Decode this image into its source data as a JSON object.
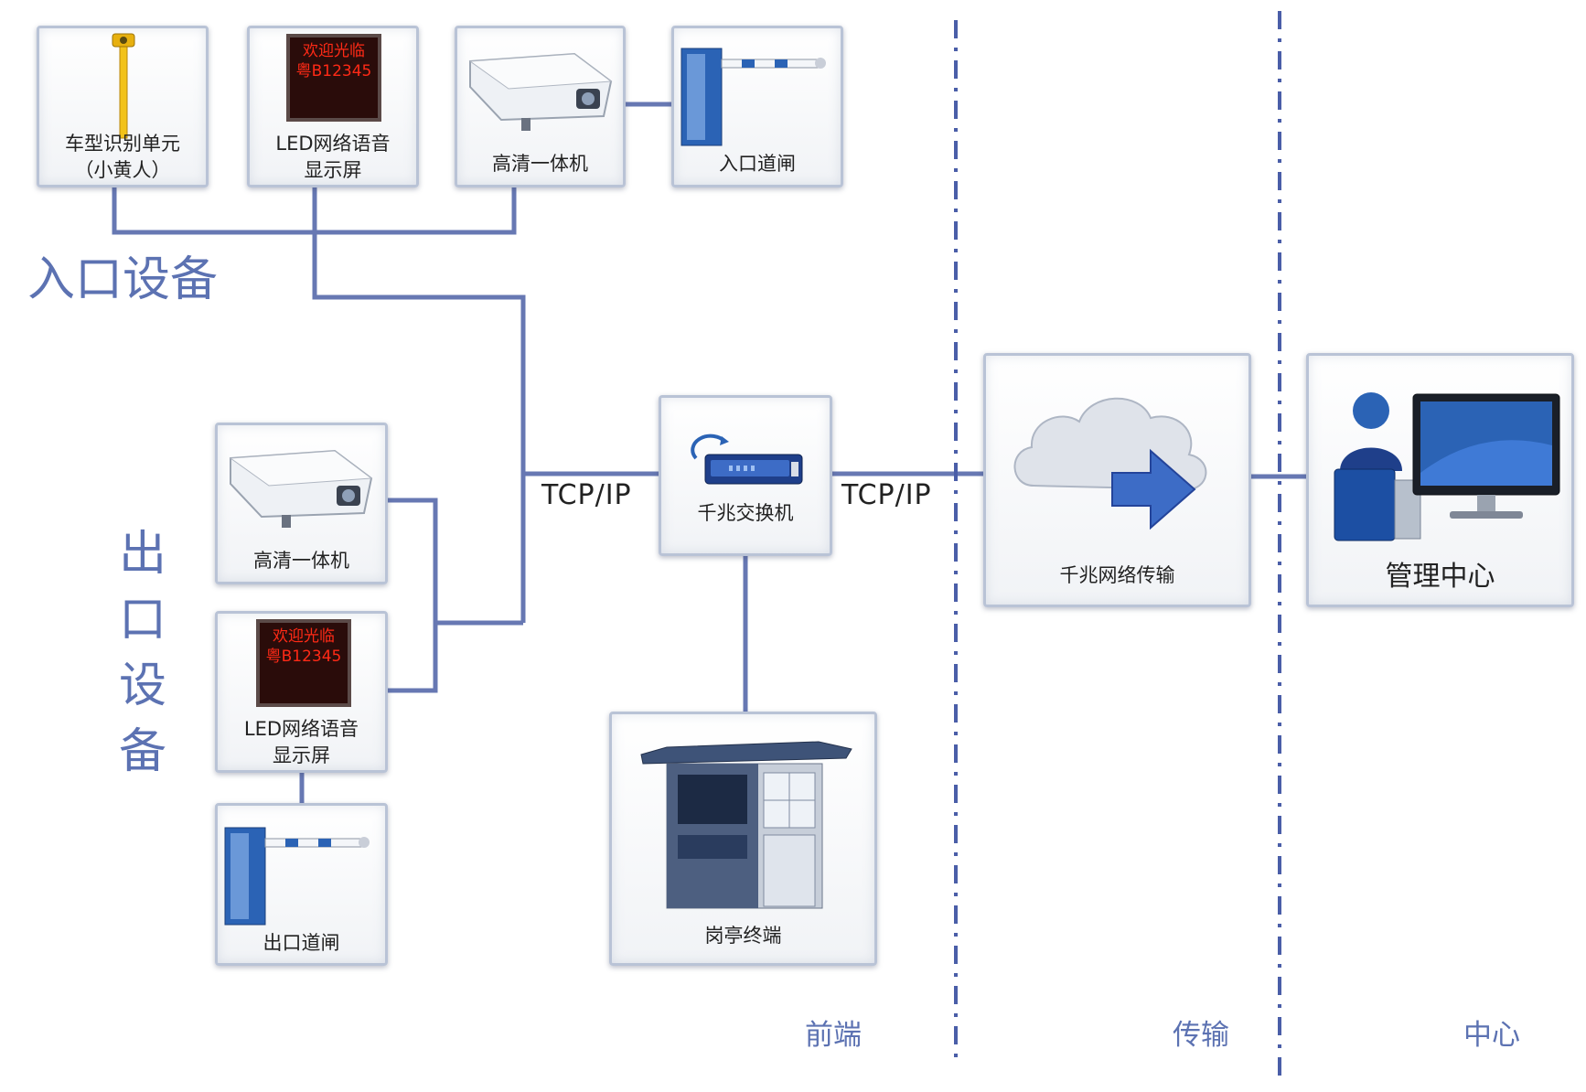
{
  "colors": {
    "connector": "#6778b3",
    "divider": "#4a5ea8",
    "title": "#5c72b2",
    "box_border": "#b9c3d6"
  },
  "sections": {
    "entry": "入口设备",
    "exit": "出\n口\n设\n备"
  },
  "nodes": {
    "vehicle_id_unit": "车型识别单元\n（小黄人）",
    "entry_led": "LED网络语音\n显示屏",
    "entry_camera": "高清一体机",
    "entry_gate": "入口道闸",
    "exit_camera": "高清一体机",
    "exit_led": "LED网络语音\n显示屏",
    "exit_gate": "出口道闸",
    "switch": "千兆交换机",
    "booth": "岗亭终端",
    "network": "千兆网络传输",
    "center": "管理中心"
  },
  "led_screen": {
    "line1": "欢迎光临",
    "line2": "粤B12345"
  },
  "edges": {
    "left_protocol": "TCP/IP",
    "right_protocol": "TCP/IP"
  },
  "zones": {
    "front": "前端",
    "transport": "传输",
    "center": "中心"
  }
}
